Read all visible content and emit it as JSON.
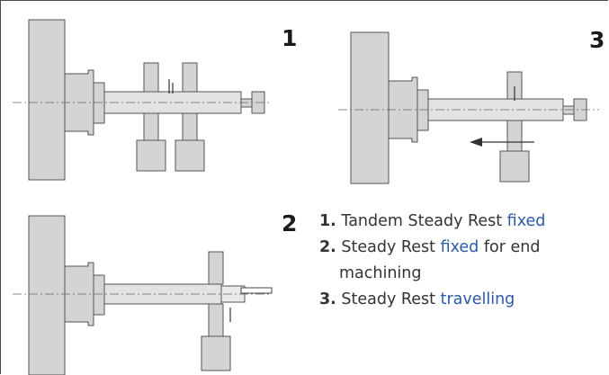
{
  "figures": {
    "fig1": {
      "number": "1"
    },
    "fig2": {
      "number": "2"
    },
    "fig3": {
      "number": "3"
    }
  },
  "legend": {
    "items": [
      {
        "num": "1.",
        "text": "Tandem Steady Rest ",
        "keyword": "fixed",
        "after": "",
        "continuation": ""
      },
      {
        "num": "2.",
        "text": "Steady Rest ",
        "keyword": "fixed",
        "after": " for end",
        "continuation": "machining"
      },
      {
        "num": "3.",
        "text": "Steady Rest ",
        "keyword": "travelling",
        "after": "",
        "continuation": ""
      }
    ]
  },
  "colors": {
    "metal_fill": "#d2d2d2",
    "metal_stroke": "#555555",
    "text": "#333333",
    "keyword": "#2a5aa8"
  }
}
